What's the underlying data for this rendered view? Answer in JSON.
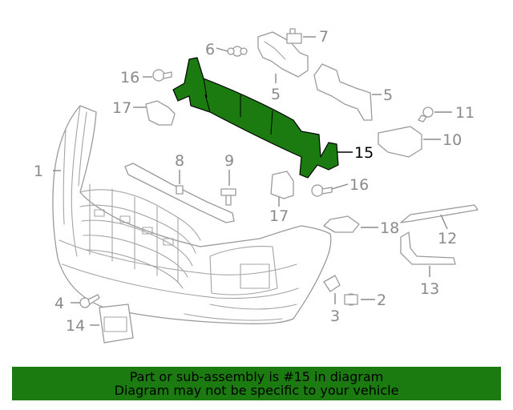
{
  "diagram": {
    "highlight_color": "#1b7a10",
    "callouts": [
      {
        "id": "c1",
        "text": "1"
      },
      {
        "id": "c2",
        "text": "2"
      },
      {
        "id": "c3",
        "text": "3"
      },
      {
        "id": "c4",
        "text": "4"
      },
      {
        "id": "c5a",
        "text": "5"
      },
      {
        "id": "c5b",
        "text": "5"
      },
      {
        "id": "c6",
        "text": "6"
      },
      {
        "id": "c7",
        "text": "7"
      },
      {
        "id": "c8",
        "text": "8"
      },
      {
        "id": "c9",
        "text": "9"
      },
      {
        "id": "c10",
        "text": "10"
      },
      {
        "id": "c11",
        "text": "11"
      },
      {
        "id": "c12",
        "text": "12"
      },
      {
        "id": "c13",
        "text": "13"
      },
      {
        "id": "c14",
        "text": "14"
      },
      {
        "id": "c15",
        "text": "15"
      },
      {
        "id": "c16a",
        "text": "16"
      },
      {
        "id": "c16b",
        "text": "16"
      },
      {
        "id": "c17a",
        "text": "17"
      },
      {
        "id": "c17b",
        "text": "17"
      },
      {
        "id": "c18",
        "text": "18"
      }
    ]
  },
  "banner": {
    "line1": "Part or sub-assembly is #15 in diagram",
    "line2": "Diagram may not be specific to your vehicle"
  }
}
